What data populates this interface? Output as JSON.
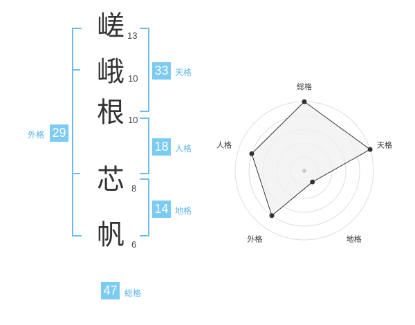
{
  "name": {
    "characters": [
      {
        "char": "嵯",
        "strokes": "13"
      },
      {
        "char": "峨",
        "strokes": "10"
      },
      {
        "char": "根",
        "strokes": "10"
      },
      {
        "char": "芯",
        "strokes": "8"
      },
      {
        "char": "帆",
        "strokes": "6"
      }
    ]
  },
  "kakusu": {
    "tenkaku": {
      "value": "33",
      "label": "天格"
    },
    "jinkaku": {
      "value": "18",
      "label": "人格"
    },
    "chikaku": {
      "value": "14",
      "label": "地格"
    },
    "gaikaku": {
      "value": "29",
      "label": "外格"
    },
    "soukaku": {
      "value": "47",
      "label": "総格"
    }
  },
  "colors": {
    "accent": "#7ccbf2",
    "accent_text": "#5ab5e6",
    "radar_fill": "#f0f0f0",
    "radar_line": "#333333"
  },
  "chart_data": {
    "type": "radar",
    "axes": [
      "総格",
      "天格",
      "地格",
      "外格",
      "人格"
    ],
    "series": [
      {
        "values": [
          5,
          5,
          1,
          4,
          4
        ]
      }
    ],
    "range": [
      0,
      5
    ],
    "rings": 5
  }
}
